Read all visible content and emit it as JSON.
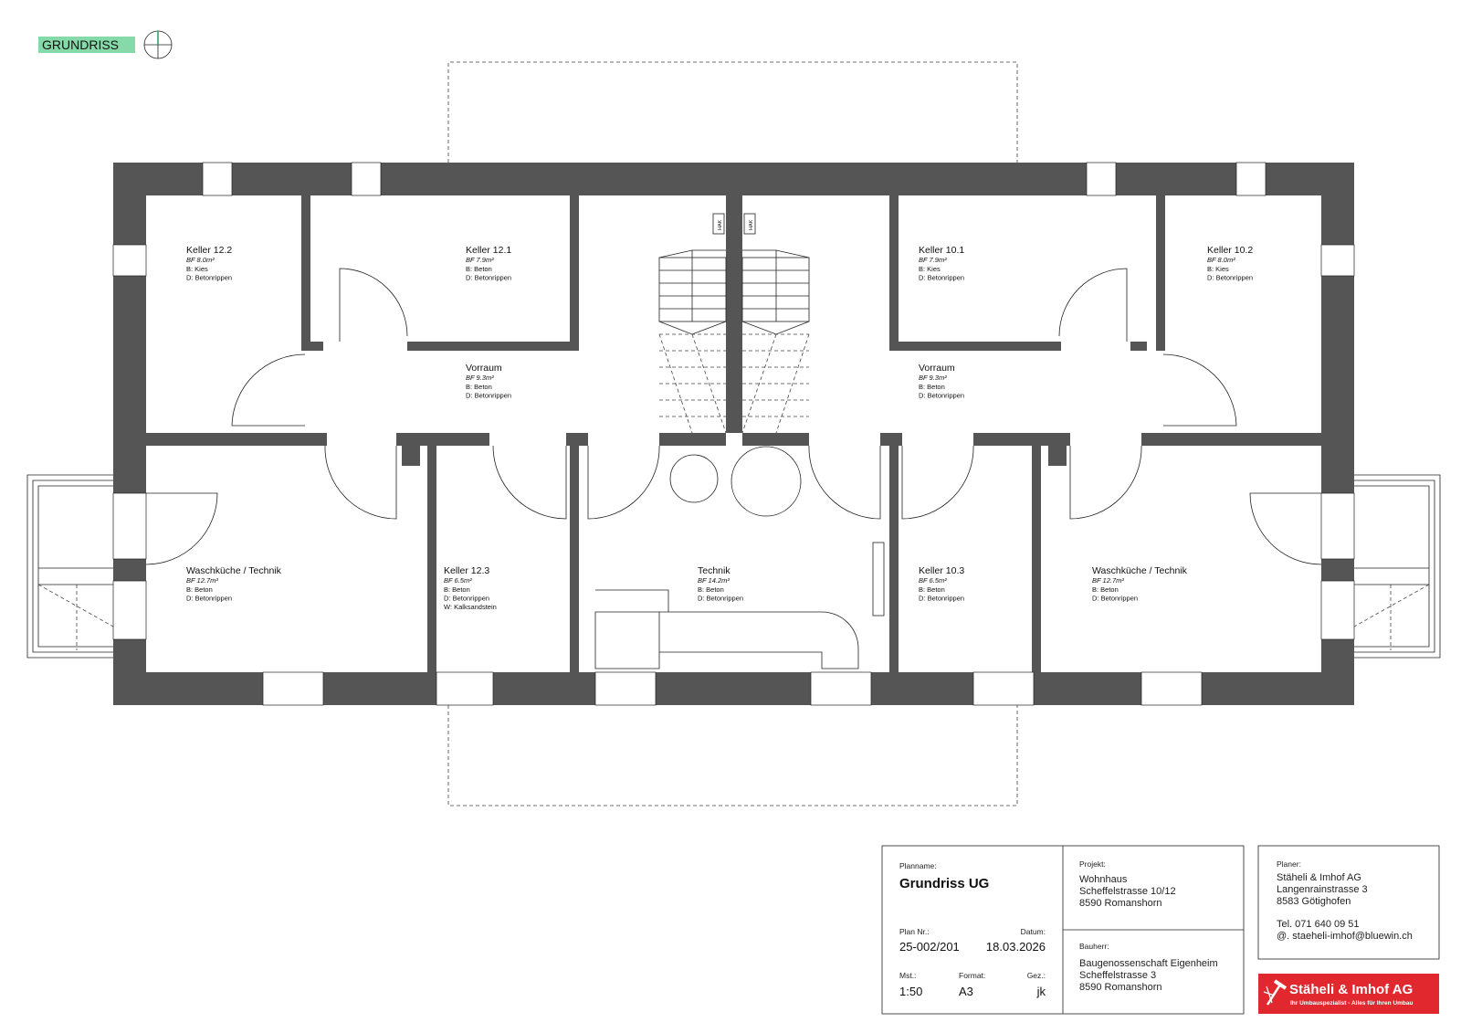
{
  "header": {
    "title": "GRUNDRISS",
    "accent_color": "#86d9a8"
  },
  "rooms": [
    {
      "name": "Keller 12.2",
      "area": "BF 8.0m²",
      "lines": [
        "B: Kies",
        "D: Betonrippen"
      ]
    },
    {
      "name": "Keller 12.1",
      "area": "BF 7.9m²",
      "lines": [
        "B: Beton",
        "D: Betonrippen"
      ]
    },
    {
      "name": "Keller 10.1",
      "area": "BF 7.9m²",
      "lines": [
        "B: Kies",
        "D: Betonrippen"
      ]
    },
    {
      "name": "Keller 10.2",
      "area": "BF 8.0m²",
      "lines": [
        "B: Kies",
        "D: Betonrippen"
      ]
    },
    {
      "name": "Vorraum",
      "area": "BF 9.3m²",
      "lines": [
        "B: Beton",
        "D: Betonrippen"
      ]
    },
    {
      "name": "Vorraum",
      "area": "BF 9.3m²",
      "lines": [
        "B: Beton",
        "D: Betonrippen"
      ]
    },
    {
      "name": "Waschküche / Technik",
      "area": "BF 12.7m²",
      "lines": [
        "B: Beton",
        "D: Betonrippen"
      ]
    },
    {
      "name": "Keller 12.3",
      "area": "BF 6.5m²",
      "lines": [
        "B: Beton",
        "D: Betonrippen",
        "W: Kalksandstein"
      ]
    },
    {
      "name": "Technik",
      "area": "BF 14.2m²",
      "lines": [
        "B: Beton",
        "D: Betonrippen"
      ]
    },
    {
      "name": "Keller 10.3",
      "area": "BF 6.5m²",
      "lines": [
        "B: Beton",
        "D: Betonrippen"
      ]
    },
    {
      "name": "Waschküche / Technik",
      "area": "BF 12.7m²",
      "lines": [
        "B: Beton",
        "D: Betonrippen"
      ]
    }
  ],
  "hak_labels": [
    "HAK",
    "HAK"
  ],
  "title_block": {
    "planname_label": "Planname:",
    "planname": "Grundriss UG",
    "plan_nr_label": "Plan Nr.:",
    "plan_nr": "25-002/201",
    "datum_label": "Datum:",
    "datum": "18.03.2026",
    "mst_label": "Mst.:",
    "mst": "1:50",
    "format_label": "Format:",
    "format": "A3",
    "gez_label": "Gez.:",
    "gez": "jk",
    "projekt_label": "Projekt:",
    "projekt": [
      "Wohnhaus",
      "Scheffelstrasse 10/12",
      "8590 Romanshorn"
    ],
    "bauherr_label": "Bauherr:",
    "bauherr": [
      "Baugenossenschaft Eigenheim",
      "Scheffelstrasse 3",
      "8590 Romanshorn"
    ]
  },
  "planer": {
    "label": "Planer:",
    "lines": [
      "Stäheli & Imhof AG",
      "Langenrainstrasse 3",
      "8583 Götighofen"
    ],
    "tel": "Tel. 071 640 09 51",
    "email": "@. staeheli-imhof@bluewin.ch"
  },
  "logo": {
    "name": "Stäheli & Imhof AG",
    "tagline": "Ihr Umbauspezialist - Alles für Ihren Umbau",
    "color": "#e0282e",
    "icon": "hammer-icon"
  },
  "colors": {
    "wall": "#555555"
  }
}
